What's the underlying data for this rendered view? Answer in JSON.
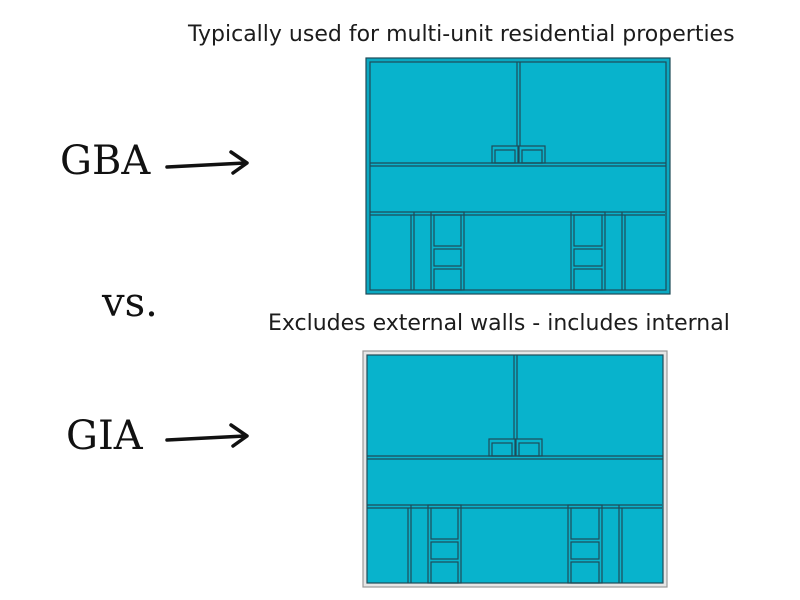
{
  "captions": {
    "top": "Typically used for multi-unit residential properties",
    "bottom": "Excludes external walls - includes internal"
  },
  "labels": {
    "gba": "GBA",
    "vs": "vs.",
    "gia": "GIA"
  },
  "colors": {
    "floor_fill": "#08b3cc",
    "wall_line": "#1f4b57",
    "gba_outer_wall": "#0aa9c2",
    "gia_outer_wall": "#e6e6e6",
    "gia_outer_edge": "#9a9a9a",
    "arrow": "#111111",
    "text": "#1c1c1c"
  },
  "icons": {
    "pointer": "right-arrow-icon"
  }
}
